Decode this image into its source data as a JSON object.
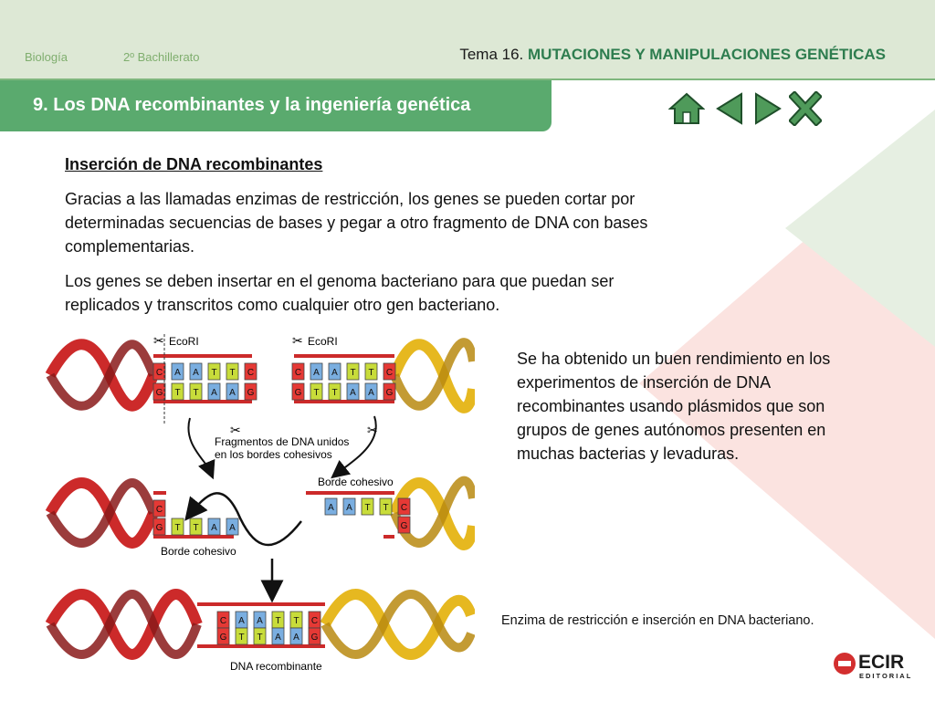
{
  "header": {
    "subject": "Biología",
    "level": "2º Bachillerato",
    "topic_prefix": "Tema 16.",
    "topic_name": "MUTACIONES Y MANIPULACIONES GENÉTICAS"
  },
  "section": {
    "title": "9. Los DNA recombinantes y la ingeniería genética"
  },
  "nav": [
    "home-icon",
    "back-arrow-icon",
    "forward-arrow-icon",
    "close-icon"
  ],
  "content": {
    "subheading": "Inserción de DNA recombinantes",
    "p1_lines": [
      "Gracias a las llamadas enzimas de restricción, los genes se pueden cortar por",
      "determinadas secuencias de bases y pegar a otro fragmento de DNA con bases",
      "complementarias."
    ],
    "p2_lines": [
      "Los genes se deben insertar en el genoma bacteriano para que puedan ser",
      "replicados y transcritos como cualquier otro gen bacteriano."
    ],
    "p3_lines": [
      "Se ha obtenido un buen rendimiento en los",
      "experimentos de inserción de DNA",
      "recombinantes usando plásmidos que son",
      "grupos de genes autónomos presenten en",
      "muchas bacterias y levaduras."
    ],
    "caption": "Enzima de restricción e inserción en DNA bacteriano."
  },
  "figure": {
    "enzyme_left": "EcoRI",
    "enzyme_right": "EcoRI",
    "fragments_label_1": "Fragmentos de DNA unidos",
    "fragments_label_2": "en los bordes cohesivos",
    "cohesive_right": "Borde cohesivo",
    "cohesive_left": "Borde cohesivo",
    "recombinant": "DNA recombinante",
    "top_strand": [
      "C",
      "A",
      "A",
      "T",
      "T",
      "C"
    ],
    "bottom_strand": [
      "G",
      "T",
      "T",
      "A",
      "A",
      "G"
    ],
    "colors": {
      "red_helix": "#cc2a2a",
      "yellow_helix": "#e6b820",
      "base_c_g": "#e53935",
      "base_a": "#7aaee0",
      "base_t": "#c8dc3a"
    }
  },
  "logo": {
    "name": "ECIR",
    "sub": "EDITORIAL"
  }
}
